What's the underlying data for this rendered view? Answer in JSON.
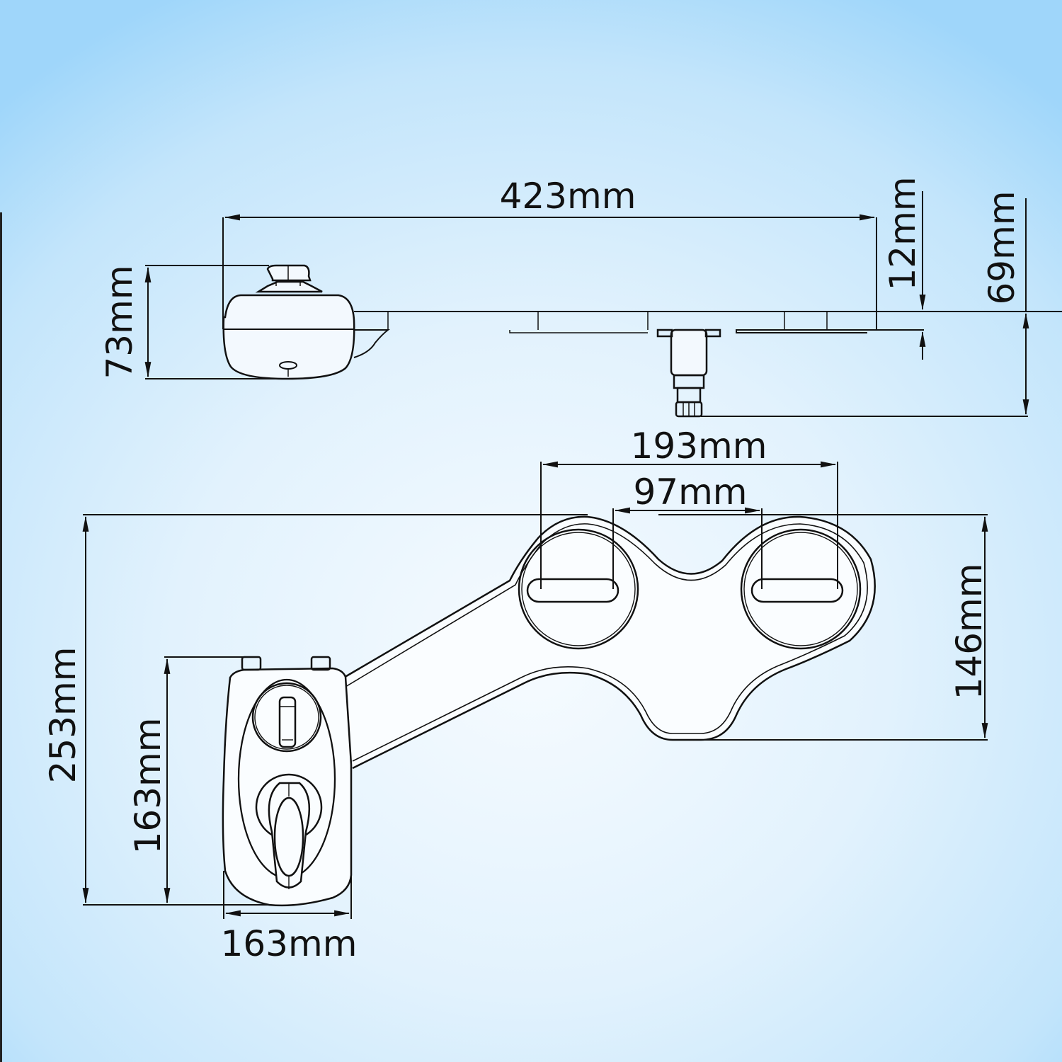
{
  "diagram": {
    "type": "technical-dimension-drawing",
    "subject": "bidet attachment",
    "background": {
      "center_color": "#f6fbff",
      "edge_color": "#9fd6fa"
    },
    "line_color": "#111111",
    "side_view": {
      "dimensions": {
        "overall_length": "423mm",
        "control_height": "73mm",
        "plate_thickness": "12mm",
        "total_height": "69mm"
      }
    },
    "top_view": {
      "dimensions": {
        "slot_outer_span": "193mm",
        "slot_inner_span": "97mm",
        "plate_width": "146mm",
        "overall_depth": "253mm",
        "control_height": "163mm",
        "control_width": "163mm"
      }
    }
  }
}
